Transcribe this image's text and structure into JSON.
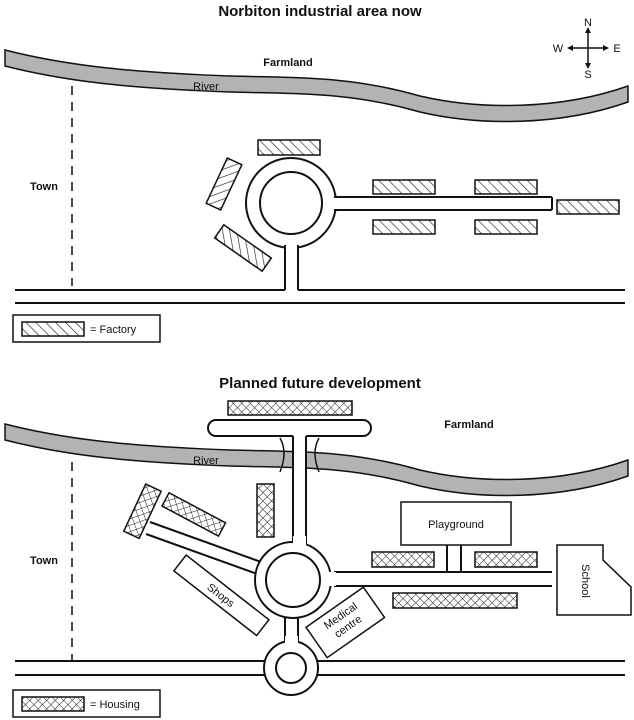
{
  "maps": [
    {
      "title": "Norbiton industrial area now",
      "labels": {
        "farmland": "Farmland",
        "river": "River",
        "town": "Town"
      },
      "legend": {
        "text": "= Factory",
        "pattern": "hatch"
      }
    },
    {
      "title": "Planned future development",
      "labels": {
        "farmland": "Farmland",
        "river": "River",
        "town": "Town",
        "playground": "Playground",
        "school": "School",
        "shops": "Shops",
        "medical_line1": "Medical",
        "medical_line2": "centre"
      },
      "legend": {
        "text": "= Housing",
        "pattern": "crosshatch"
      }
    }
  ],
  "compass": {
    "n": "N",
    "s": "S",
    "e": "E",
    "w": "W"
  },
  "colors": {
    "river": "#b3b3b3",
    "line": "#111111",
    "background": "#ffffff"
  }
}
